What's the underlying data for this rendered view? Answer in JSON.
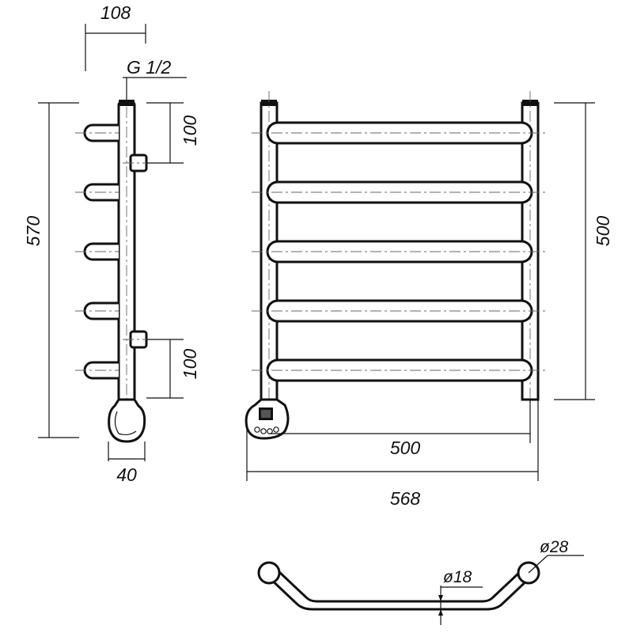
{
  "dimensions": {
    "side_offset": "108",
    "thread": "G 1/2",
    "top_connection": "100",
    "bottom_connection": "100",
    "overall_height": "570",
    "heater_width": "40",
    "front_height": "500",
    "center_distance": "500",
    "overall_width": "568",
    "rung_diameter": "ø18",
    "post_diameter": "ø28"
  },
  "colors": {
    "line": "#111111",
    "background": "#ffffff"
  }
}
